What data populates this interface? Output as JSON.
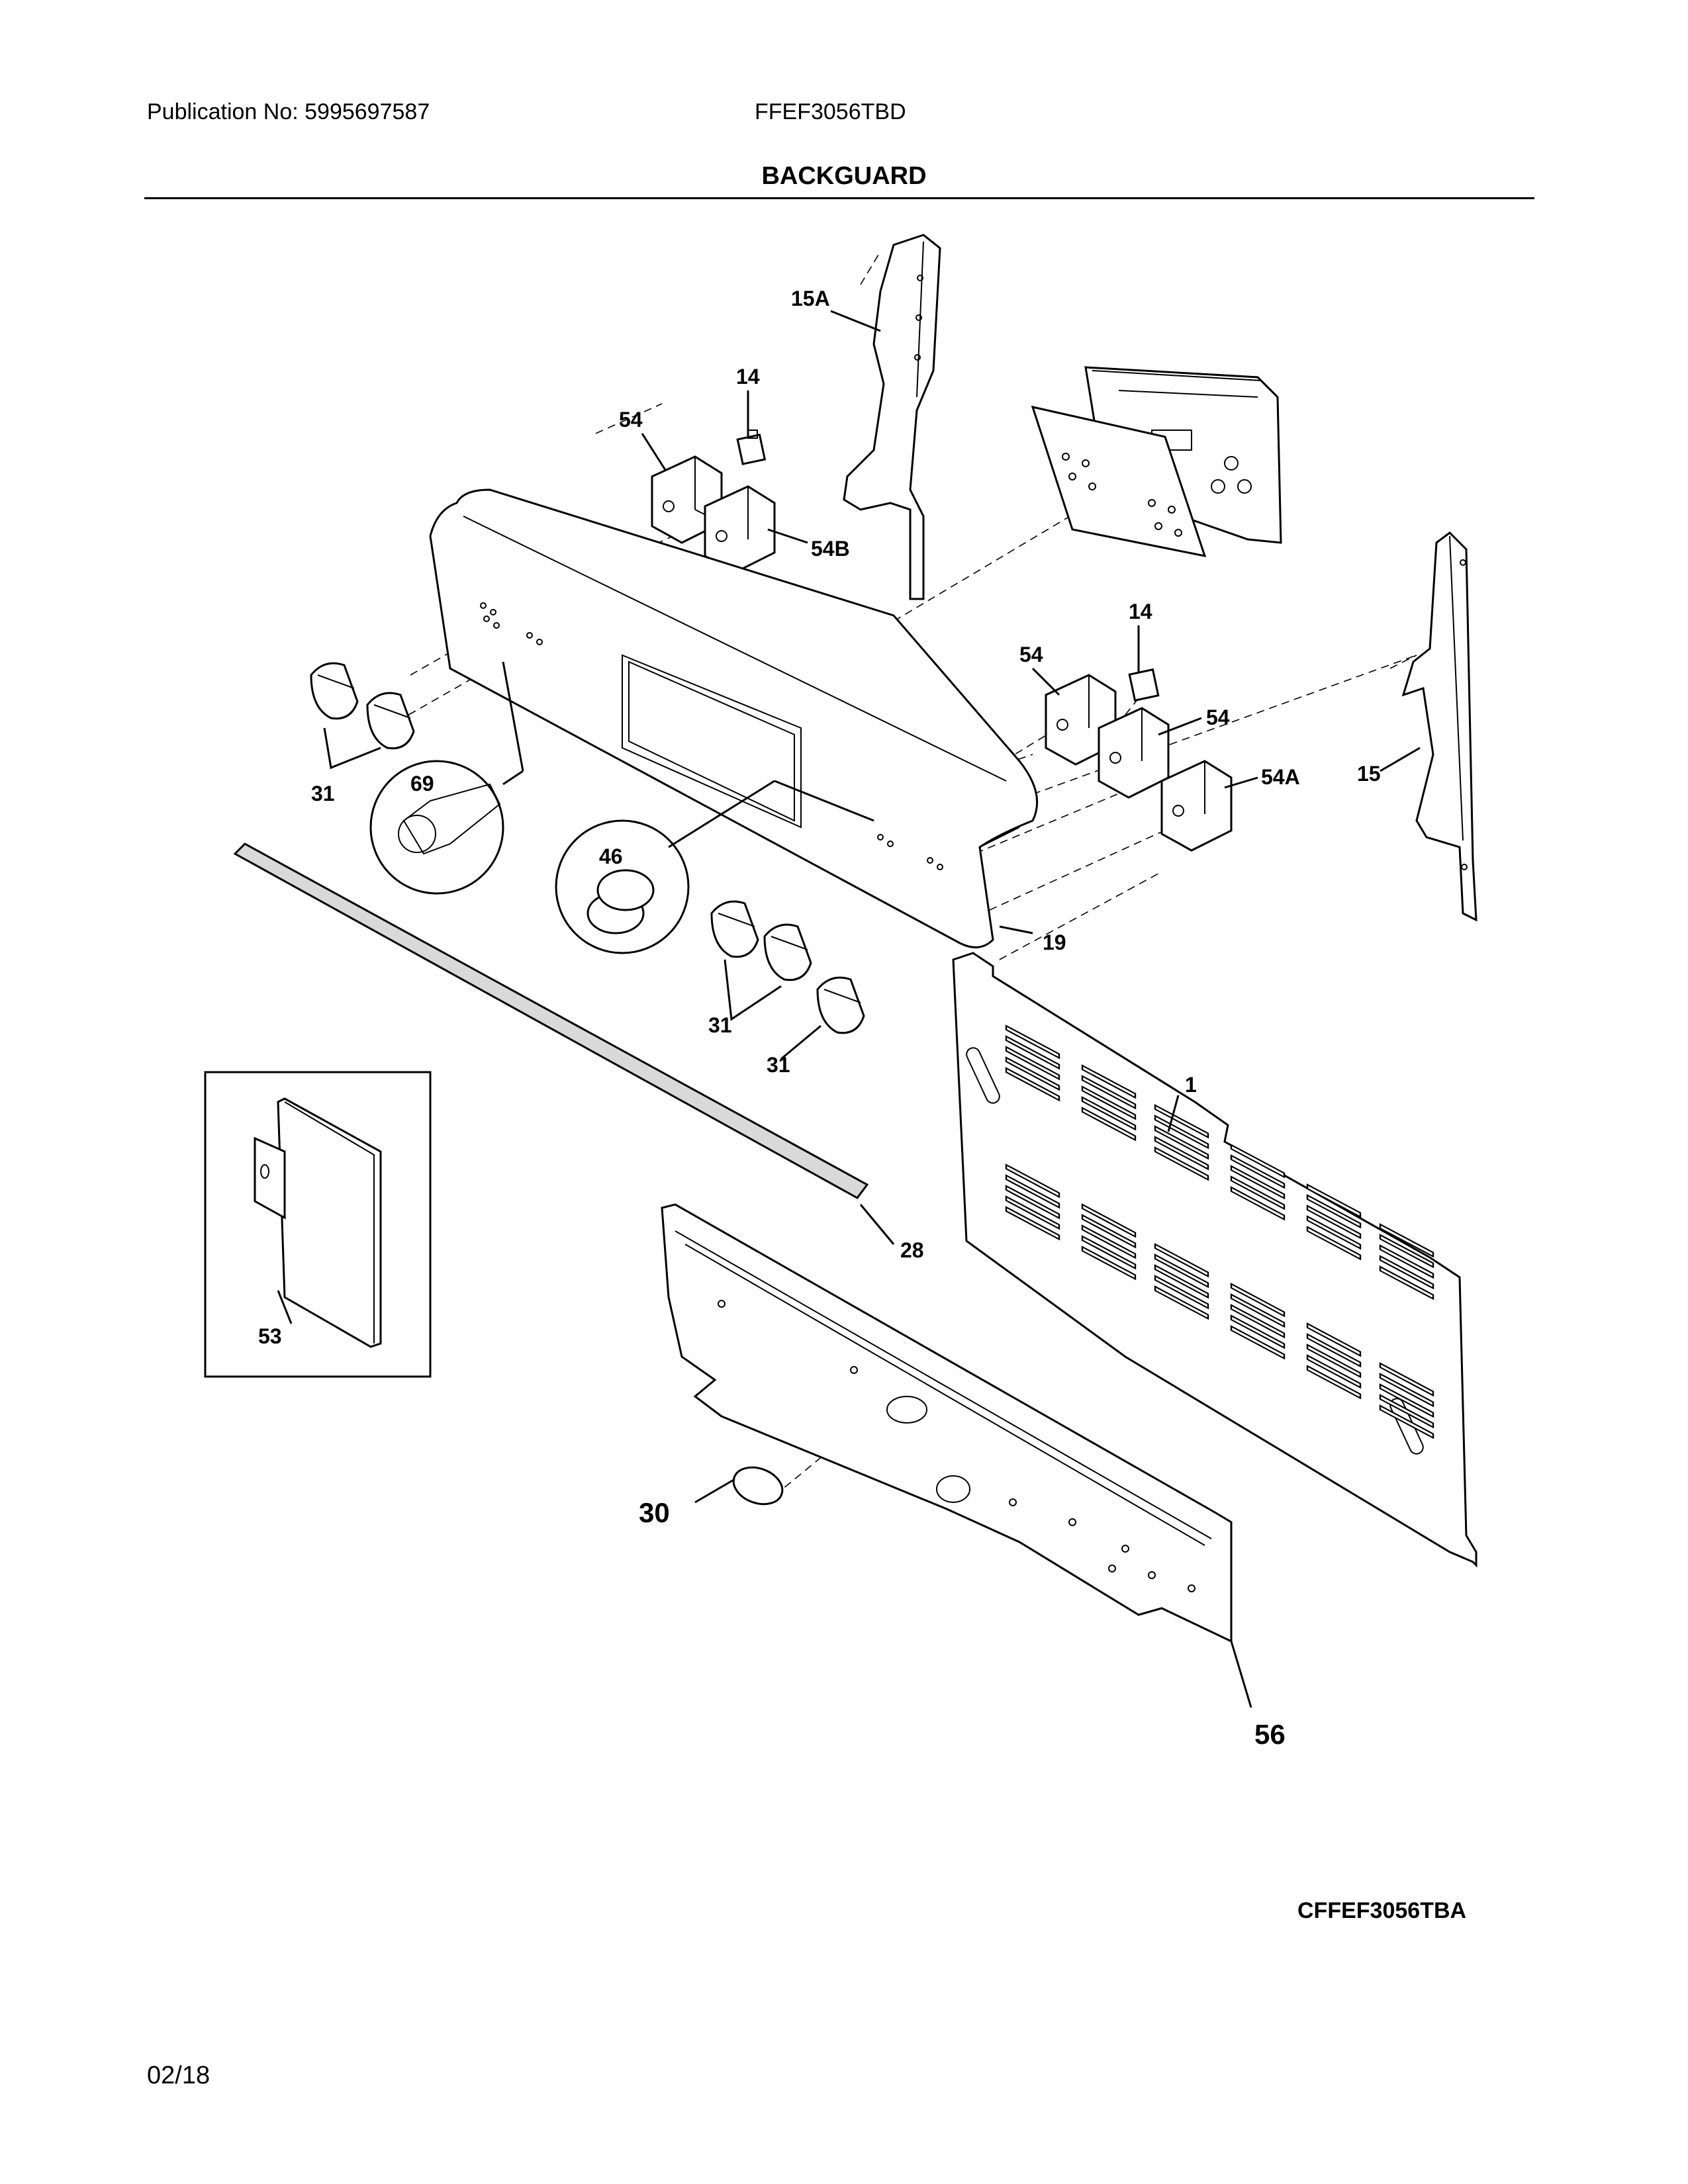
{
  "header": {
    "publication": "Publication No: 5995697587",
    "model": "FFEF3056TBD",
    "section": "BACKGUARD"
  },
  "footer": {
    "drawing_code": "CFFEF3056TBA",
    "date": "02/18"
  },
  "labels": {
    "p15a": "15A",
    "p14a": "14",
    "p54a": "54",
    "p54b": "54B",
    "p14b": "14",
    "p54c": "54",
    "p54d": "54",
    "p54e": "54A",
    "p15": "15",
    "p31a": "31",
    "p69": "69",
    "p46": "46",
    "p19": "19",
    "p31b": "31",
    "p31c": "31",
    "p1": "1",
    "p28": "28",
    "p53": "53",
    "p30": "30",
    "p56": "56"
  }
}
